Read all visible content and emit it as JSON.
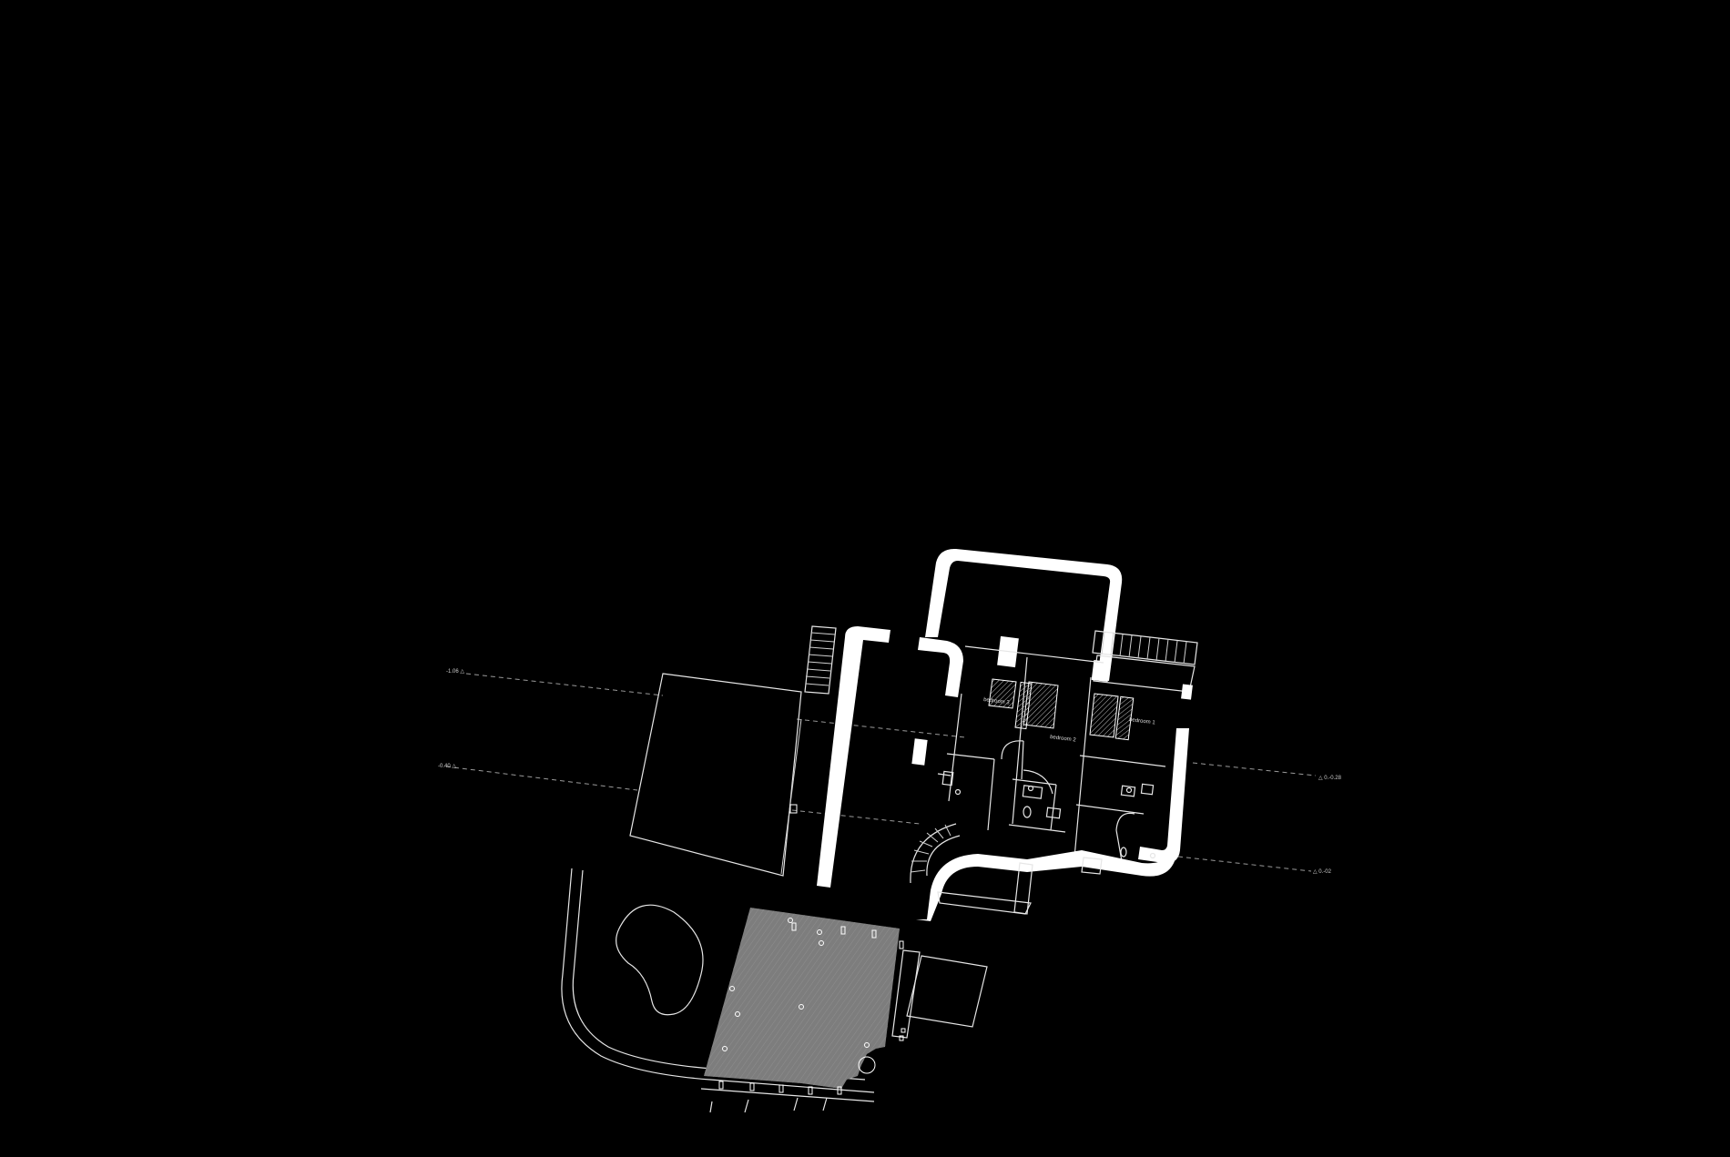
{
  "drawing": {
    "background_color": "#000000",
    "line_color": "#ffffff",
    "terrace_color": "#7d7d7d",
    "rooms": {
      "bedroom_1": "bedroom 1",
      "bedroom_2": "bedroom 2",
      "bedroom_3": "bedroom 3"
    },
    "levels": {
      "left_upper": "-1.06 △",
      "left_lower": "-0.40 △",
      "right_upper": "△ 0.-0.28",
      "right_lower": "△ 0.-02"
    }
  }
}
